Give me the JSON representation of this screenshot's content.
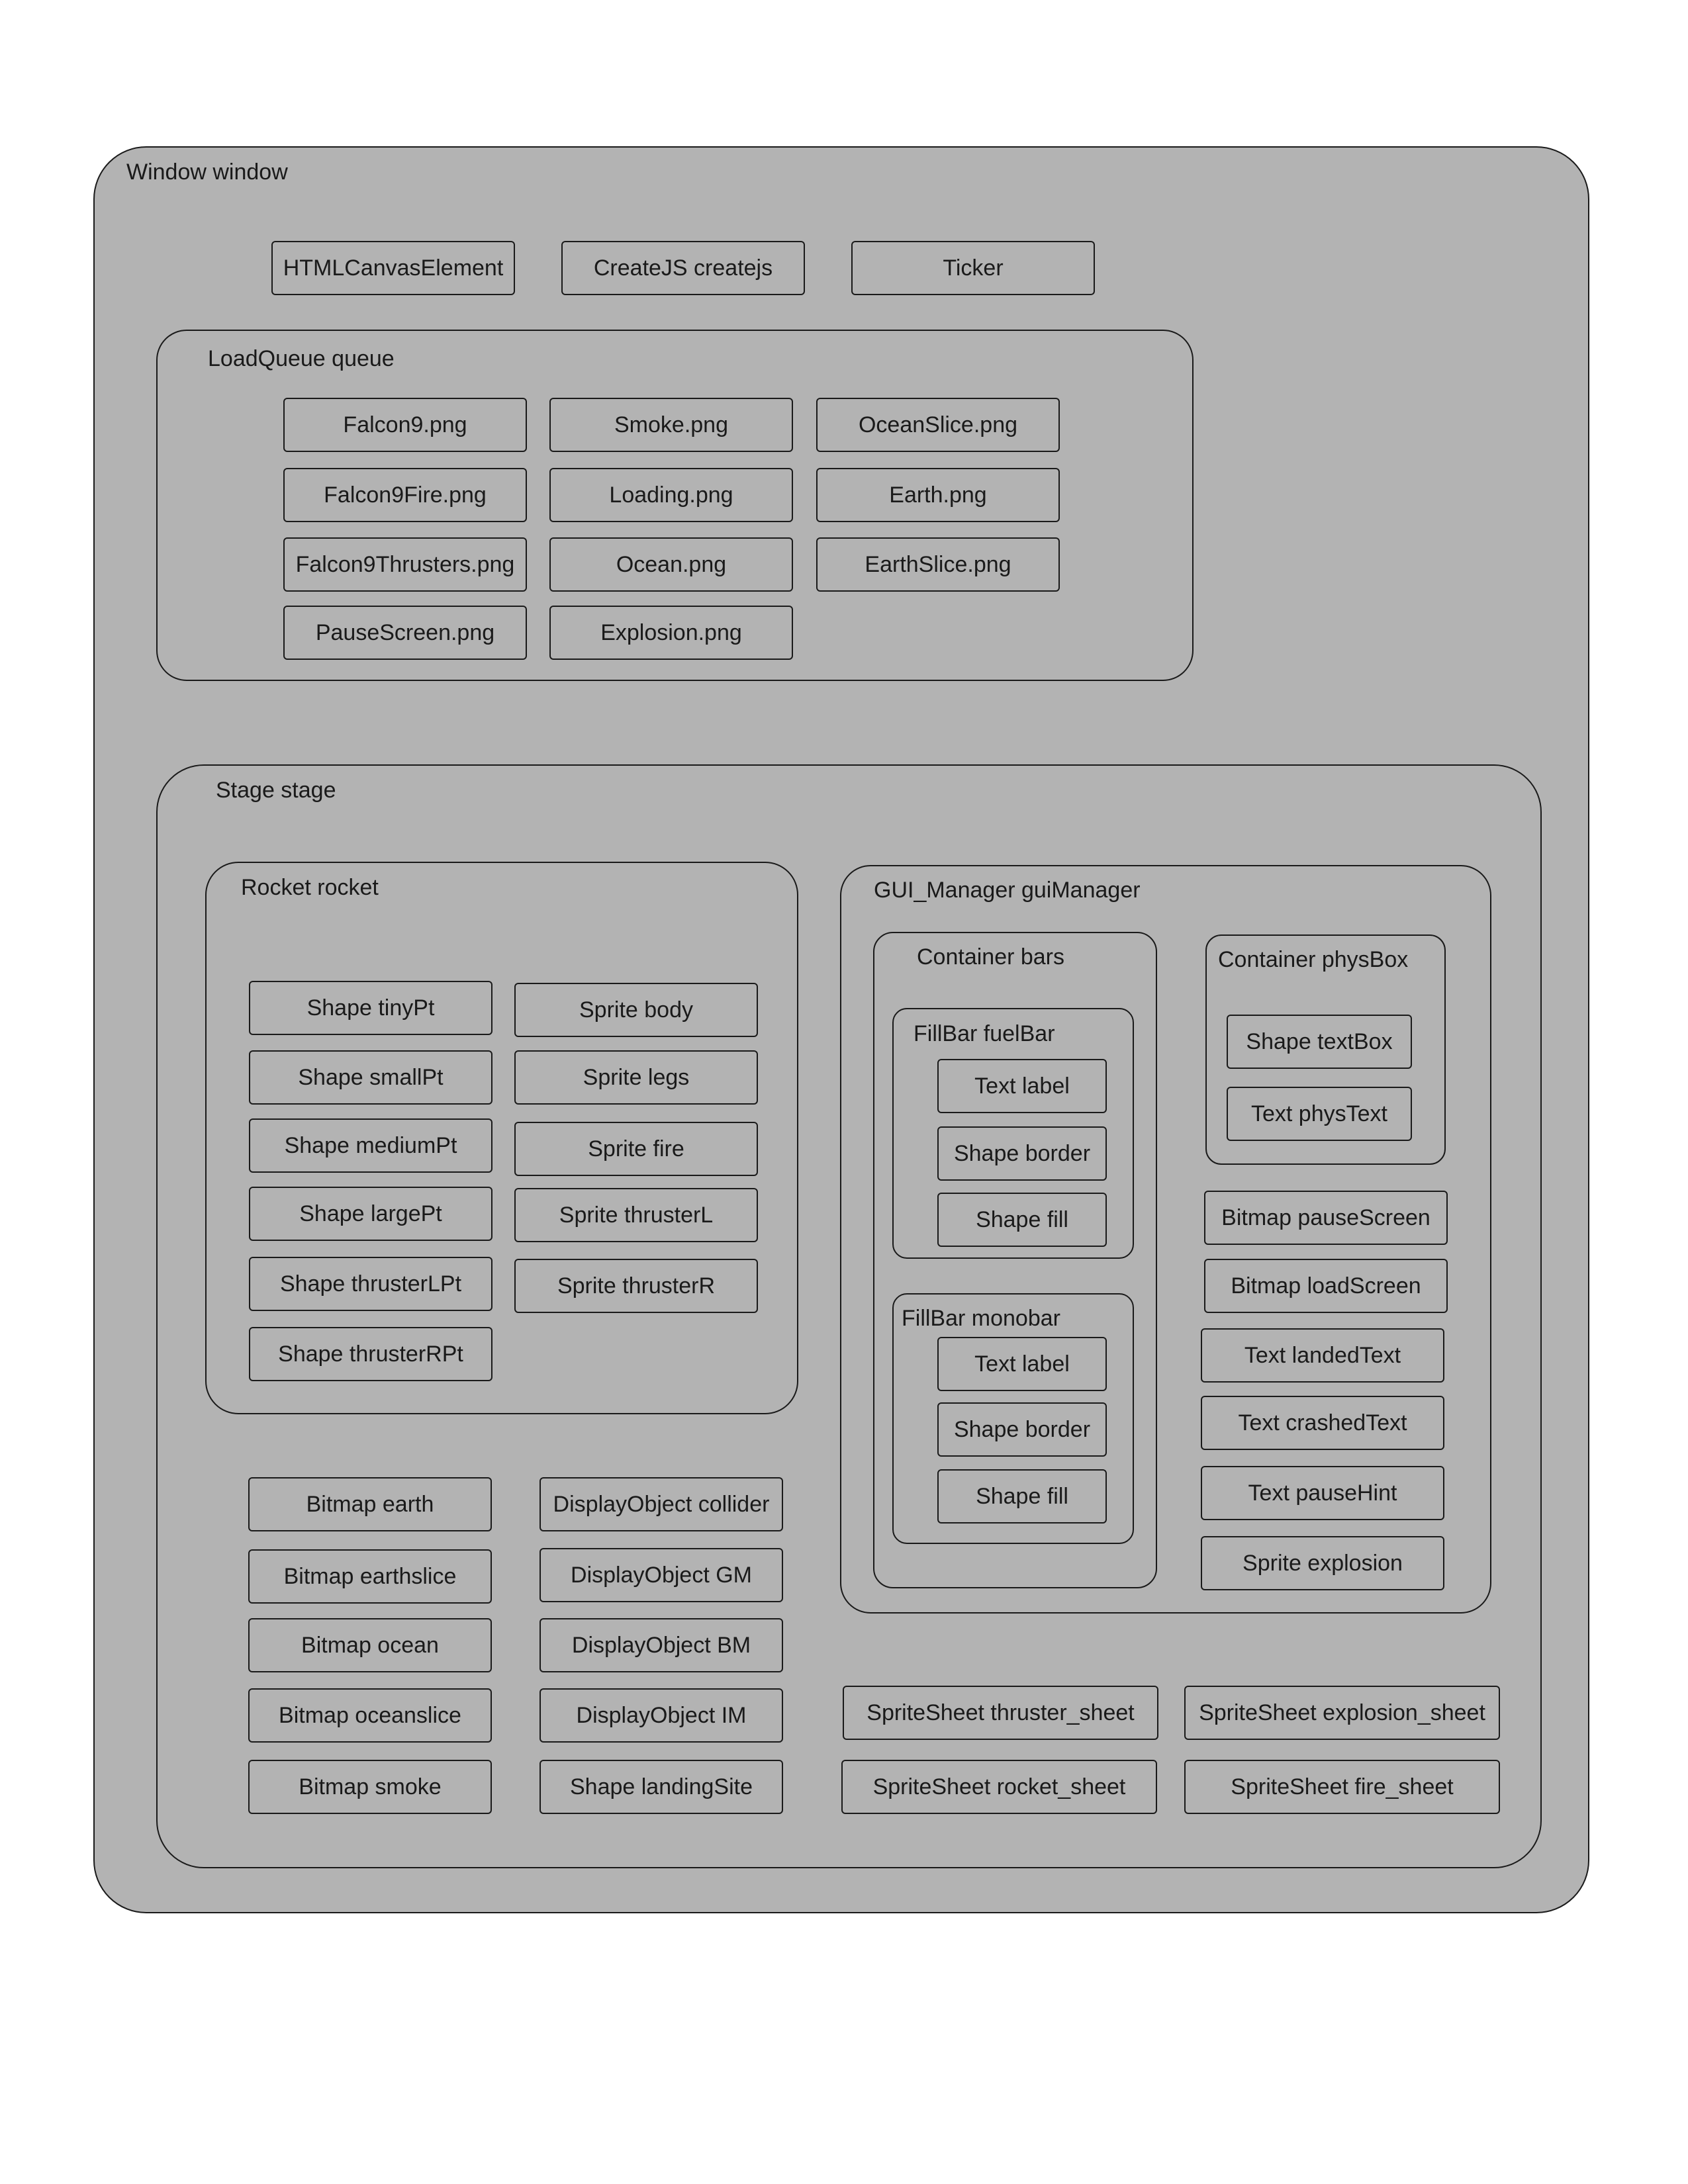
{
  "window": {
    "label": "Window window",
    "globals": [
      "HTMLCanvasElement",
      "CreateJS createjs",
      "Ticker"
    ]
  },
  "queue": {
    "label": "LoadQueue queue",
    "files": [
      "Falcon9.png",
      "Smoke.png",
      "OceanSlice.png",
      "Falcon9Fire.png",
      "Loading.png",
      "Earth.png",
      "Falcon9Thrusters.png",
      "Ocean.png",
      "EarthSlice.png",
      "PauseScreen.png",
      "Explosion.png"
    ]
  },
  "stage": {
    "label": "Stage stage",
    "rocket": {
      "label": "Rocket rocket",
      "shapes": [
        "Shape tinyPt",
        "Shape smallPt",
        "Shape mediumPt",
        "Shape largePt",
        "Shape thrusterLPt",
        "Shape thrusterRPt"
      ],
      "sprites": [
        "Sprite body",
        "Sprite legs",
        "Sprite fire",
        "Sprite thrusterL",
        "Sprite thrusterR"
      ]
    },
    "bitmaps": [
      "Bitmap earth",
      "Bitmap earthslice",
      "Bitmap ocean",
      "Bitmap oceanslice",
      "Bitmap smoke"
    ],
    "objects": [
      "DisplayObject collider",
      "DisplayObject GM",
      "DisplayObject BM",
      "DisplayObject IM",
      "Shape landingSite"
    ],
    "gui": {
      "label": "GUI_Manager guiManager",
      "bars": {
        "label": "Container bars",
        "fuelBar": {
          "label": "FillBar fuelBar",
          "items": [
            "Text label",
            "Shape border",
            "Shape fill"
          ]
        },
        "monobar": {
          "label": "FillBar monobar",
          "items": [
            "Text label",
            "Shape border",
            "Shape fill"
          ]
        }
      },
      "physBox": {
        "label": "Container physBox",
        "items": [
          "Shape textBox",
          "Text physText"
        ]
      },
      "others": [
        "Bitmap pauseScreen",
        "Bitmap loadScreen",
        "Text landedText",
        "Text crashedText",
        "Text pauseHint",
        "Sprite explosion"
      ]
    },
    "sheets": [
      "SpriteSheet thruster_sheet",
      "SpriteSheet explosion_sheet",
      "SpriteSheet rocket_sheet",
      "SpriteSheet fire_sheet"
    ]
  }
}
